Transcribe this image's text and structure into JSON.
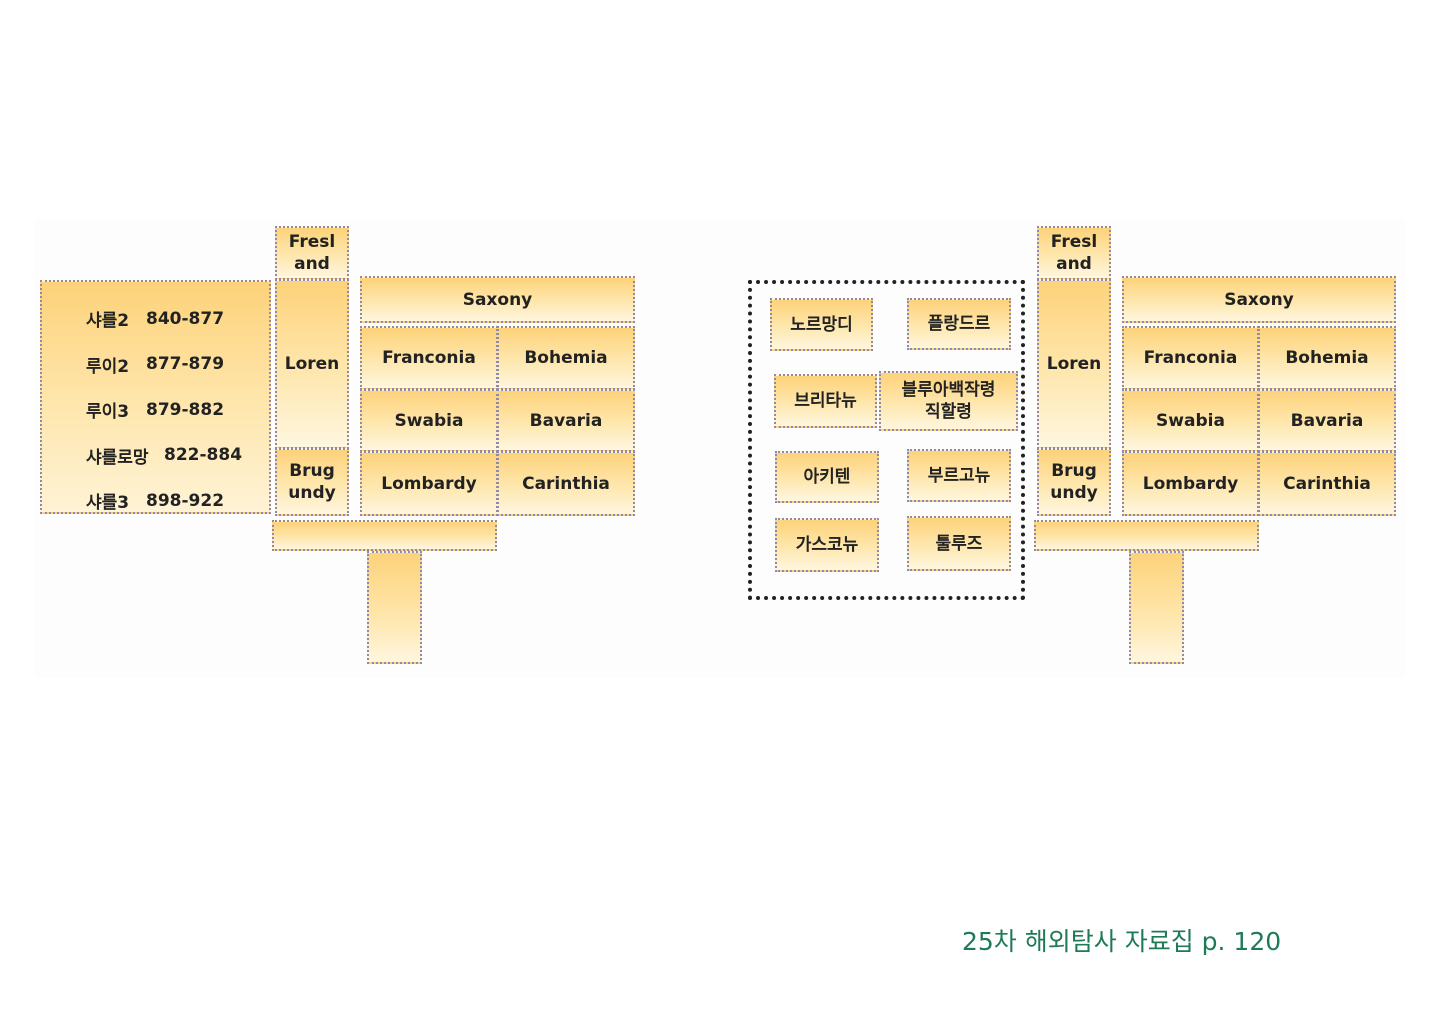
{
  "left_map": {
    "reigns": [
      {
        "name": "샤를2",
        "years": "840-877"
      },
      {
        "name": "루이2",
        "years": "877-879"
      },
      {
        "name": "루이3",
        "years": "879-882"
      },
      {
        "name": "샤를로망",
        "years": "822-884"
      },
      {
        "name": "샤를3",
        "years": "898-922"
      }
    ],
    "regions": {
      "friesland": "Fresl\nand",
      "loren": "Loren",
      "burgundy": "Brug\nundy",
      "saxony": "Saxony",
      "franconia": "Franconia",
      "bohemia": "Bohemia",
      "swabia": "Swabia",
      "bavaria": "Bavaria",
      "lombardy": "Lombardy",
      "carinthia": "Carinthia"
    }
  },
  "west_francia": {
    "normandy": "노르망디",
    "flanders": "플랑드르",
    "brittany": "브리타뉴",
    "blois": "블루아백작령\n직할령",
    "aquitaine": "아키텐",
    "burgundy": "부르고뉴",
    "gascony": "가스코뉴",
    "toulouse": "툴루즈"
  },
  "right_map": {
    "regions": {
      "friesland": "Fresl\nand",
      "loren": "Loren",
      "burgundy": "Brug\nundy",
      "saxony": "Saxony",
      "franconia": "Franconia",
      "bohemia": "Bohemia",
      "swabia": "Swabia",
      "bavaria": "Bavaria",
      "lombardy": "Lombardy",
      "carinthia": "Carinthia"
    }
  },
  "caption": "25차 해외탐사 자료집 p. 120"
}
